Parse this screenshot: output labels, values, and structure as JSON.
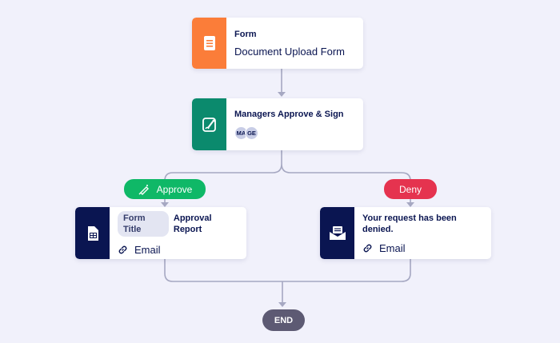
{
  "colors": {
    "background": "#f1f1fb",
    "form_icon_bg": "#fb7d39",
    "approval_icon_bg": "#0b8a6d",
    "report_icon_bg": "#0a1551",
    "email_icon_bg": "#0a1551",
    "approve": "#0fb867",
    "deny": "#e5334f",
    "end": "#5d5a73",
    "connector": "#a6a8c2"
  },
  "form_node": {
    "title": "Form",
    "subtitle": "Document Upload Form",
    "icon": "form-document-icon"
  },
  "approval_node": {
    "title": "Managers Approve & Sign",
    "icon": "approval-sign-icon",
    "avatars": [
      "MA",
      "GE"
    ]
  },
  "branches": {
    "approve_label": "Approve",
    "approve_icon": "pen-sign-icon",
    "deny_label": "Deny"
  },
  "report_node": {
    "chip": "Form Title",
    "title": "Approval Report",
    "action": "Email",
    "icon": "report-document-icon"
  },
  "denied_node": {
    "title": "Your request has been denied.",
    "action": "Email",
    "icon": "envelope-icon"
  },
  "end_label": "END"
}
